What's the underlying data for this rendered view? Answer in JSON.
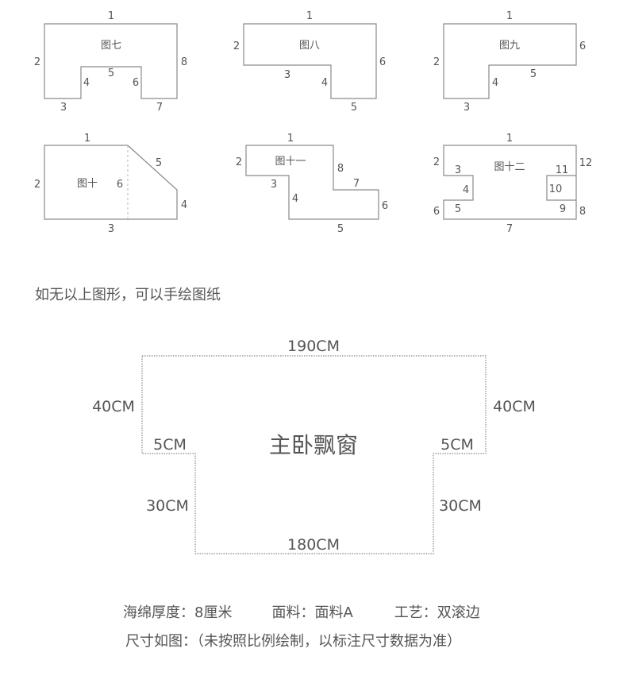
{
  "figures": [
    {
      "id": "fig7",
      "title": "图七",
      "labels": [
        "1",
        "2",
        "3",
        "4",
        "5",
        "6",
        "7",
        "8"
      ]
    },
    {
      "id": "fig8",
      "title": "图八",
      "labels": [
        "1",
        "2",
        "3",
        "4",
        "5",
        "6"
      ]
    },
    {
      "id": "fig9",
      "title": "图九",
      "labels": [
        "1",
        "2",
        "3",
        "4",
        "5",
        "6"
      ]
    },
    {
      "id": "fig10",
      "title": "图十",
      "labels": [
        "1",
        "2",
        "3",
        "4",
        "5",
        "6"
      ]
    },
    {
      "id": "fig11",
      "title": "图十一",
      "labels": [
        "1",
        "2",
        "3",
        "4",
        "5",
        "6",
        "7",
        "8"
      ]
    },
    {
      "id": "fig12",
      "title": "图十二",
      "labels": [
        "1",
        "2",
        "3",
        "4",
        "5",
        "6",
        "7",
        "8",
        "9",
        "10",
        "11",
        "12"
      ]
    }
  ],
  "note": "如无以上图形，可以手绘图纸",
  "main_diagram": {
    "room": "主卧飘窗",
    "top": "190CM",
    "left_side": "40CM",
    "right_side": "40CM",
    "left_step": "5CM",
    "right_step": "5CM",
    "left_lower": "30CM",
    "right_lower": "30CM",
    "bottom": "180CM"
  },
  "specs": {
    "sponge": "海绵厚度：8厘米",
    "fabric": "面料：面料A",
    "craft": "工艺：双滚边"
  },
  "size_note": "尺寸如图：（未按照比例绘制，以标注尺寸数据为准）"
}
